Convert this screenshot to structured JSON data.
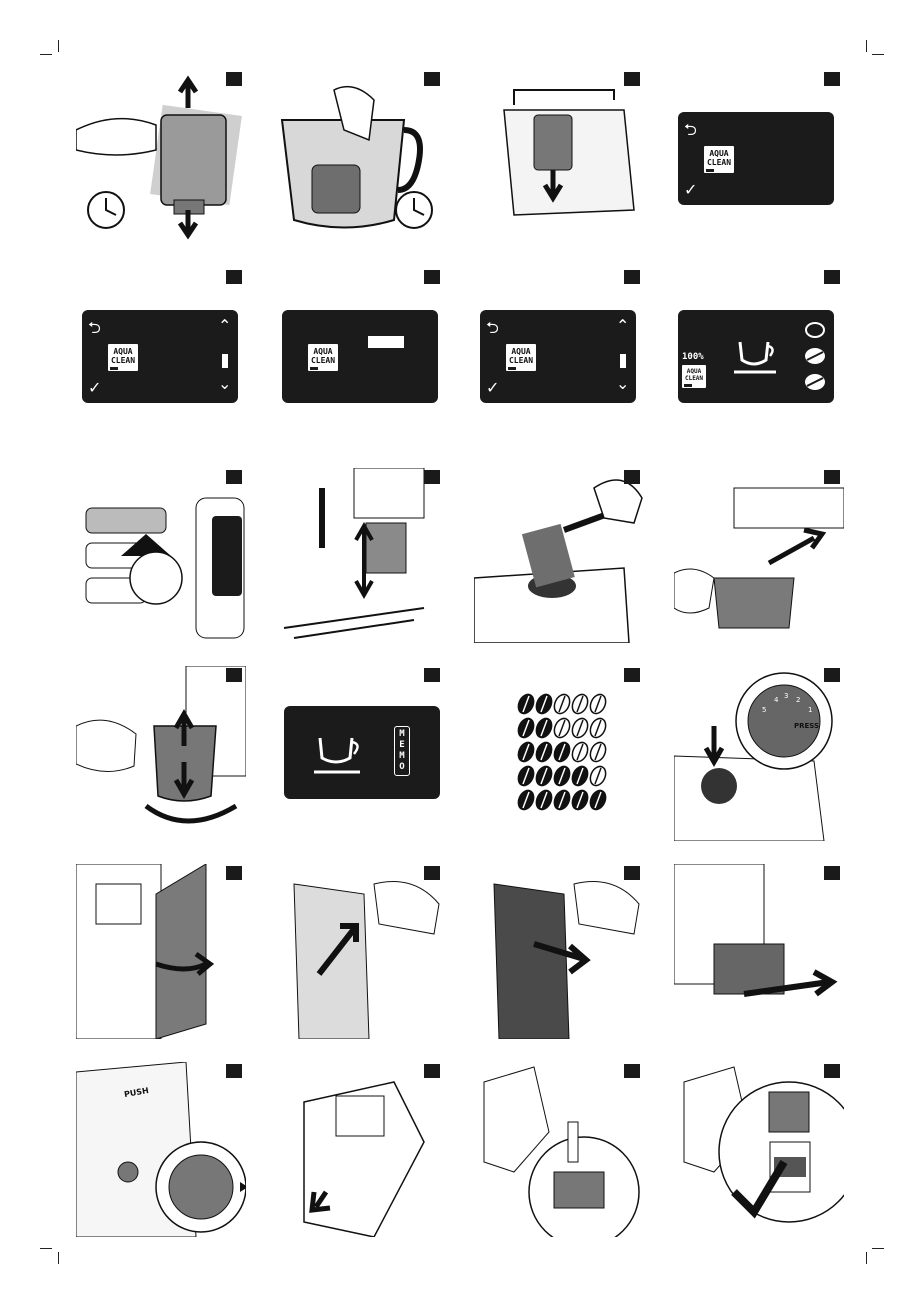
{
  "aqua_clean": {
    "line1": "AQUA",
    "line2": "CLEAN"
  },
  "icons": {
    "back": "back-arrow-icon",
    "check": "check-icon",
    "up": "chevron-up-icon",
    "down": "chevron-down-icon",
    "cup": "coffee-cup-icon",
    "bean": "coffee-bean-icon",
    "clock": "clock-icon"
  },
  "symbols": {
    "back": "⮌",
    "check": "✓",
    "up": "⌃",
    "down": "⌄"
  },
  "filter_level": "100%",
  "memo": [
    "M",
    "E",
    "M",
    "O"
  ],
  "grinder_dial": {
    "press": "PRESS",
    "numbers": [
      "5",
      "4",
      "3",
      "2",
      "1"
    ]
  },
  "brew_group": {
    "push_label": "PUSH"
  },
  "bean_grid": {
    "filled_per_row": [
      2,
      2,
      3,
      4,
      5
    ]
  }
}
